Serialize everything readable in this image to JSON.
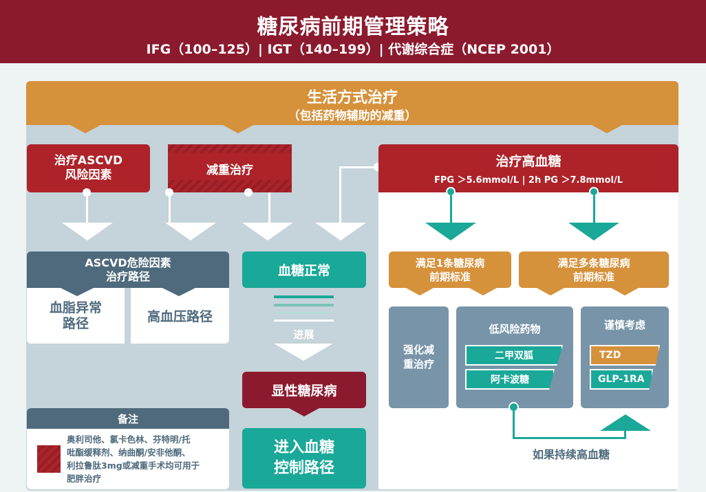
{
  "header": {
    "title": "糖尿病前期管理策略",
    "subtitle": "IFG（100–125）| IGT（140–199）| 代谢综合症（NCEP 2001）"
  },
  "lifestyle": {
    "title": "生活方式治疗",
    "subtitle": "（包括药物辅助的减重）"
  },
  "left_branch": {
    "ascvd_box": [
      "治疗ASCVD",
      "风险因素"
    ],
    "weight_box": "减重治疗",
    "ascvd_pathway": {
      "title": [
        "ASCVD危险因素",
        "治疗路径"
      ],
      "items": [
        [
          "血脂异常",
          "路径"
        ],
        [
          "高血压路径"
        ]
      ]
    },
    "normal": "血糖正常",
    "progress": "进展",
    "overt": "显性糖尿病",
    "enter": [
      "进入血糖",
      "控制路径"
    ]
  },
  "right_branch": {
    "title": "治疗高血糖",
    "criteria": "FPG ＞5.6mmol/L  |  2h PG ＞7.8mmol/L",
    "one_criterion": [
      "满足1条糖尿病",
      "前期标准"
    ],
    "multi_criteria": [
      "满足多条糖尿病",
      "前期标准"
    ],
    "intensive": [
      "强化减",
      "重治疗"
    ],
    "low_risk": {
      "title": "低风险药物",
      "drugs": [
        "二甲双胍",
        "阿卡波糖"
      ]
    },
    "caution": {
      "title": "谨慎考虑",
      "drugs": [
        "TZD",
        "GLP-1RA"
      ]
    },
    "persistent": "如果持续高血糖"
  },
  "notes": {
    "title": "备注",
    "lines": [
      "奥利司他、氯卡色林、芬特明/托",
      "吡酯缓释剂、纳曲酮/安非他酮、",
      "利拉鲁肽3mg或减重手术均可用于",
      "肥胖治疗"
    ]
  },
  "colors": {
    "header": "#8c1a2e",
    "lifestyle": "#d6913b",
    "red": "#ad2329",
    "teal": "#1aa898",
    "slate": "#4e6a7c",
    "panel": "#c5d3da"
  }
}
